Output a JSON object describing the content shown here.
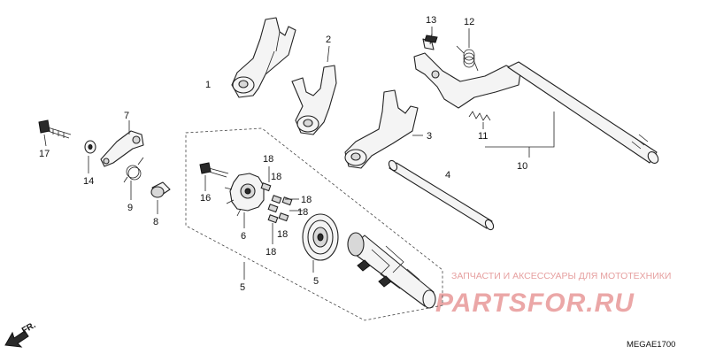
{
  "diagram": {
    "callouts": {
      "c1": "1",
      "c2": "2",
      "c3": "3",
      "c4": "4",
      "c5a": "5",
      "c5b": "5",
      "c6": "6",
      "c7": "7",
      "c8": "8",
      "c9": "9",
      "c10": "10",
      "c11": "11",
      "c12": "12",
      "c13": "13",
      "c14": "14",
      "c16": "16",
      "c17": "17",
      "c18a": "18",
      "c18b": "18",
      "c18c": "18",
      "c18d": "18",
      "c18e": "18",
      "c18f": "18"
    },
    "direction_marker": "FR.",
    "diagram_code": "MEGAE1700"
  },
  "watermark": {
    "caption": "ЗАПЧАСТИ И АКСЕССУАРЫ ДЛЯ МОТОТЕХНИКИ",
    "logo": "PARTSFOR.RU",
    "color": "#e8a0a0"
  }
}
